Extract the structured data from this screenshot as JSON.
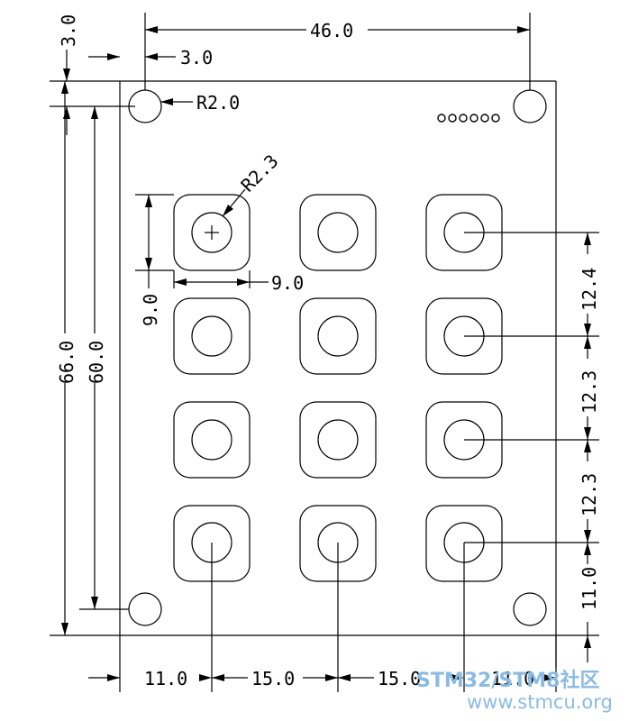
{
  "dimensions": {
    "top_width": "46.0",
    "top_margin_v": "3.0",
    "left_margin_h": "3.0",
    "hole_radius": "R2.0",
    "button_radius": "R2.3",
    "button_width": "9.0",
    "button_height": "9.0",
    "total_height": "66.0",
    "hole_span": "60.0",
    "row_pitch_1": "12.4",
    "row_pitch_2": "12.3",
    "row_pitch_3": "12.3",
    "bottom_offset": "11.0",
    "left_offset": "11.0",
    "col_pitch_1": "15.0",
    "col_pitch_2": "15.0",
    "right_offset": "11.0"
  },
  "header_pins": "oooooo",
  "watermark": {
    "brand": "STM32/STM8社区",
    "url": "www.stmcu.org"
  },
  "colors": {
    "line": "#000000",
    "watermark": "#8bbbe3"
  }
}
